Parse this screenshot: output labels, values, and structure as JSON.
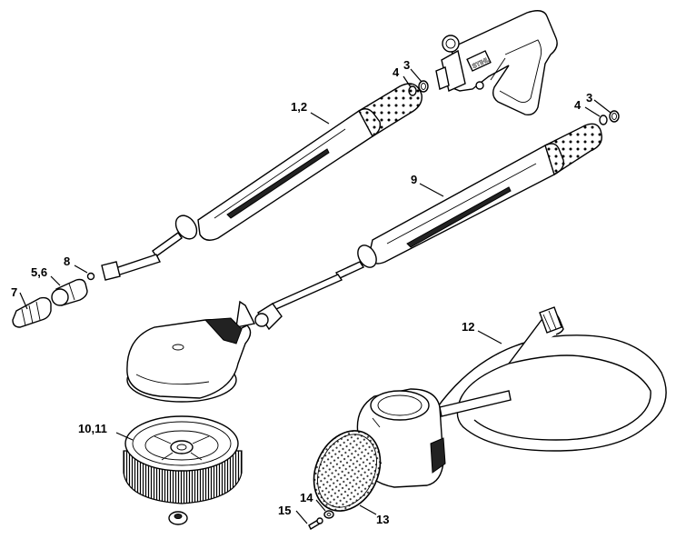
{
  "callouts": {
    "c_1_2": "1,2",
    "c_3a": "3",
    "c_4a": "4",
    "c_3b": "3",
    "c_4b": "4",
    "c_9": "9",
    "c_8": "8",
    "c_5_6": "5,6",
    "c_7": "7",
    "c_12": "12",
    "c_10_11": "10,11",
    "c_14": "14",
    "c_15": "15",
    "c_13": "13"
  },
  "brand_mark": "STIHL"
}
